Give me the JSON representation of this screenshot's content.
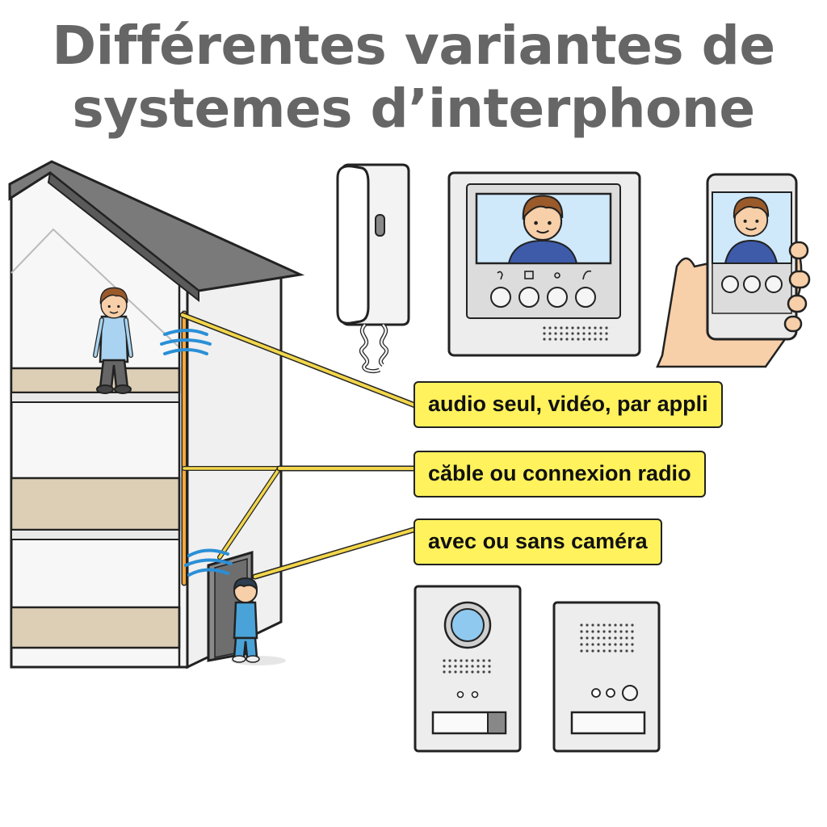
{
  "title": {
    "line1": "Différentes variantes de",
    "line2": "systemes d’interphone"
  },
  "labels": [
    {
      "text": "audio seul, vidéo, par appli"
    },
    {
      "text": "căble ou connexion radio"
    },
    {
      "text": "avec ou sans caméra"
    }
  ],
  "colors": {
    "title": "#666666",
    "label_bg": "#fff25c",
    "wire": "#f2d64b",
    "wire_inner": "#f6a93b",
    "radio_waves": "#2a8fd6",
    "roof": "#7a7a7a",
    "floor": "#dccfb6",
    "screen": "#cfe9fb"
  },
  "icons": [
    "house-illustration",
    "handset-phone-icon",
    "video-monitor-icon",
    "smartphone-app-icon",
    "camera-door-station-icon",
    "audio-door-station-icon",
    "radio-waves-icon"
  ]
}
